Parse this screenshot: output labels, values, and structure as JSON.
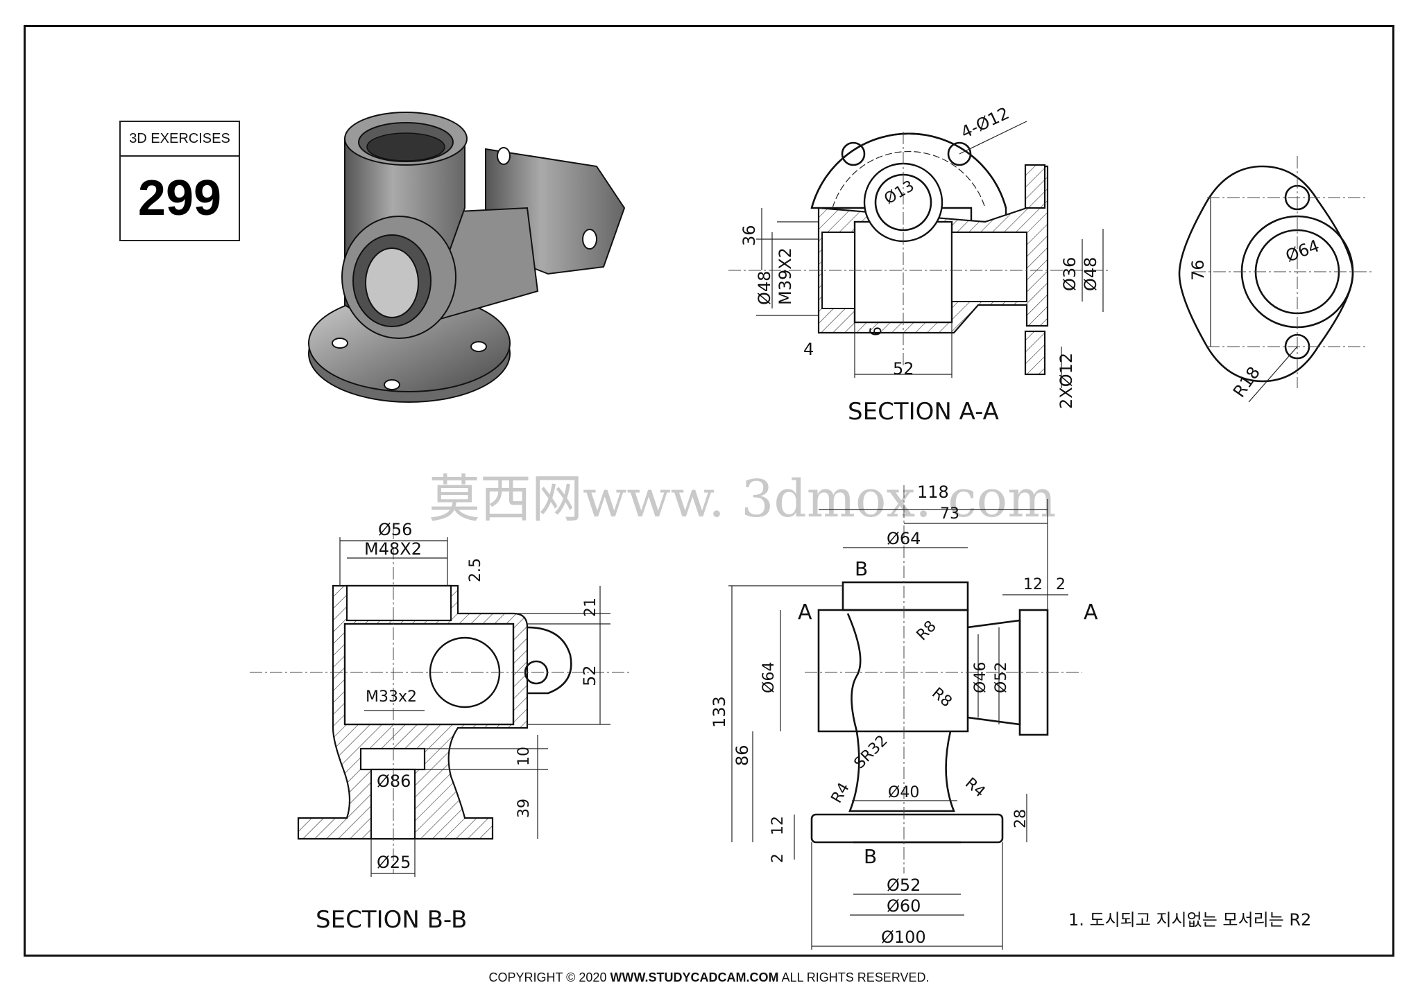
{
  "sheet": {
    "exercise_label": "3D EXERCISES",
    "exercise_number": "299",
    "footer_prefix": "COPYRIGHT © 2020 ",
    "footer_site": "WWW.STUDYCADCAM.COM",
    "footer_suffix": " ALL RIGHTS RESERVED.",
    "watermark": "莫西网www. 3dmox. com",
    "note": "1. 도시되고 지시없는 모서리는 R2"
  },
  "section_aa": {
    "title": "SECTION A-A",
    "dims": {
      "d36": "36",
      "d48l": "Ø48",
      "m39": "M39X2",
      "d4": "4",
      "d6": "6",
      "d52": "52",
      "d36r": "Ø36",
      "d48r": "Ø48",
      "holes": "2XØ12",
      "phi13": "Ø13",
      "holes4": "4-Ø12"
    }
  },
  "right_view": {
    "d76": "76",
    "d64": "Ø64",
    "r18": "R18"
  },
  "section_bb": {
    "title": "SECTION B-B",
    "dims": {
      "d56": "Ø56",
      "m48": "M48X2",
      "d25t": "2.5",
      "d21": "21",
      "d52": "52",
      "m33": "M33x2",
      "d10": "10",
      "d86": "Ø86",
      "d39": "39",
      "d25": "Ø25"
    }
  },
  "front_view": {
    "dims": {
      "d118": "118",
      "d73": "73",
      "d64t": "Ø64",
      "b": "B",
      "a": "A",
      "d12": "12",
      "d2t": "2",
      "r8a": "R8",
      "r8b": "R8",
      "d46": "Ø46",
      "d52": "Ø52",
      "d64l": "Ø64",
      "d133": "133",
      "d86": "86",
      "sr32": "SR32",
      "r4a": "R4",
      "r4b": "R4",
      "d40": "Ø40",
      "d28": "28",
      "d12l": "12",
      "d2l": "2",
      "d52b": "Ø52",
      "d60": "Ø60",
      "d100": "Ø100"
    }
  }
}
